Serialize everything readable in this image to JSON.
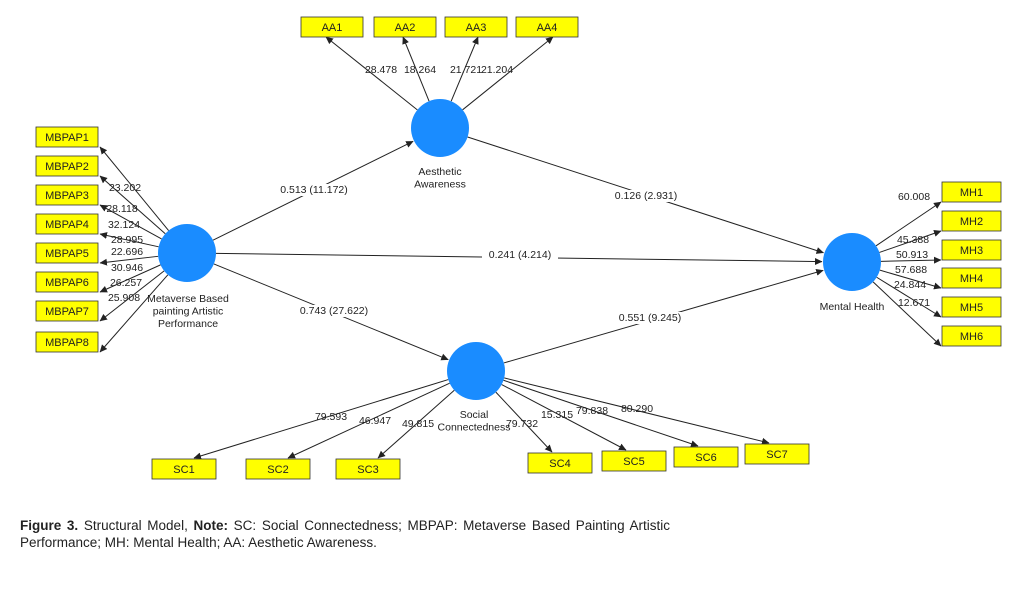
{
  "colors": {
    "indicator_fill": "#ffff00",
    "latent_fill": "#1a8cff",
    "line": "#222222"
  },
  "latent_variables": {
    "mbpap": [
      "Metaverse Based",
      "painting Artistic",
      "Performance"
    ],
    "aa": [
      "Aesthetic",
      "Awareness"
    ],
    "sc": [
      "Social",
      "Connectedness"
    ],
    "mh": [
      "Mental Health"
    ]
  },
  "indicators": {
    "aa": [
      "AA1",
      "AA2",
      "AA3",
      "AA4"
    ],
    "mbpap": [
      "MBPAP1",
      "MBPAP2",
      "MBPAP3",
      "MBPAP4",
      "MBPAP5",
      "MBPAP6",
      "MBPAP7",
      "MBPAP8"
    ],
    "mh": [
      "MH1",
      "MH2",
      "MH3",
      "MH4",
      "MH5",
      "MH6"
    ],
    "sc": [
      "SC1",
      "SC2",
      "SC3",
      "SC4",
      "SC5",
      "SC6",
      "SC7"
    ]
  },
  "loadings": {
    "aa": [
      "28.478",
      "18.264",
      "21.721",
      "21.204"
    ],
    "mbpap": [
      "23.202",
      "28.118",
      "32.124",
      "28.995",
      "22.696",
      "30.946",
      "26.257",
      "25.908"
    ],
    "mh": [
      "60.008",
      "45.388",
      "50.913",
      "57.688",
      "24.844",
      "12.671"
    ],
    "sc": [
      "79.593",
      "46.947",
      "49.815",
      "79.732",
      "15.315",
      "79.838",
      "80.290"
    ]
  },
  "paths": {
    "mbpap_aa": "0.513 (11.172)",
    "aa_mh": "0.126 (2.931)",
    "mbpap_mh": "0.241 (4.214)",
    "mbpap_sc": "0.743 (27.622)",
    "sc_mh": "0.551 (9.245)"
  },
  "caption": {
    "label": "Figure 3.",
    "text_a": "Structural Model, ",
    "note_label": "Note:",
    "text_b": " SC: Social Connectedness; MBPAP: Metaverse Based Painting Artistic Performance; MH: Mental Health; AA: Aesthetic Awareness."
  }
}
